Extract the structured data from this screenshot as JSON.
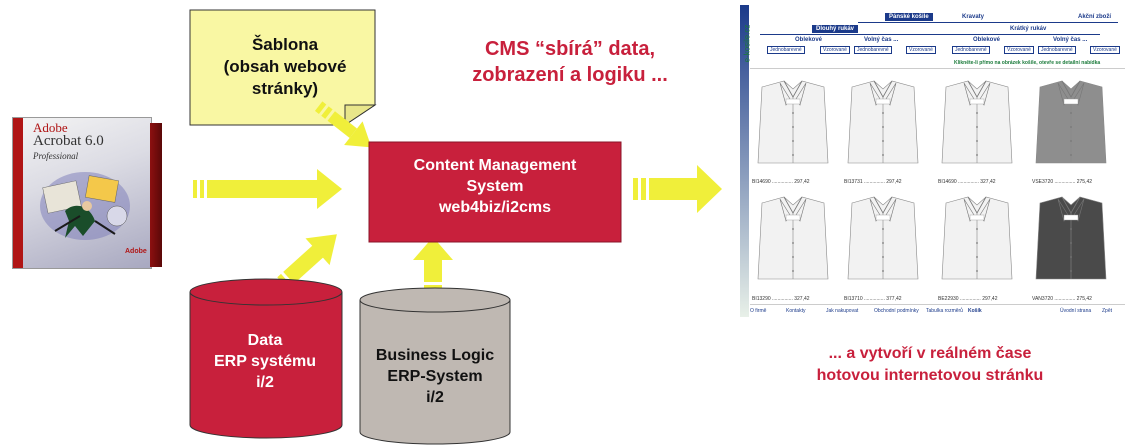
{
  "template_note": {
    "lines": [
      "Šablona",
      "(obsah webové",
      "stránky)"
    ]
  },
  "heading": {
    "lines": [
      "CMS “sbírá” data,",
      "zobrazení a logiku ..."
    ]
  },
  "cms_box": {
    "lines": [
      "Content Management",
      "System",
      "web4biz/i2cms"
    ]
  },
  "erp_data": {
    "lines": [
      "Data",
      "ERP systému",
      "i/2"
    ]
  },
  "business_logic": {
    "lines": [
      "Business Logic",
      "ERP-System",
      "i/2"
    ]
  },
  "caption": {
    "lines": [
      "... a vytvoří v reálném čase",
      "hotovou internetovou stránku"
    ]
  },
  "acrobat": {
    "brand": "Adobe",
    "product": "Acrobat 6.0",
    "edition": "Professional",
    "logo": "Adobe"
  },
  "website": {
    "url": "e-kosile.cz",
    "nav_top": [
      "Pánské košile",
      "Kravaty",
      "Akční zboží"
    ],
    "nav_mid": [
      "Dlouhý rukáv",
      "Krátký rukáv"
    ],
    "nav_sub": [
      "Oblekové",
      "Volný čas ...",
      "Oblekové",
      "Volný čas ..."
    ],
    "nav_leaf": [
      "Jednobarevné",
      "Vzorované",
      "Jednobarevné",
      "Vzorované",
      "Jednobarevné",
      "Vzorované",
      "Jednobarevné",
      "Vzorované"
    ],
    "info": "Klikněte-li přímo na obrázek košile, otevře se detailní nabídka",
    "products": [
      {
        "code": "BI14690 ............... 297,42",
        "shade": "light"
      },
      {
        "code": "BI13731 ............... 297,42",
        "shade": "light"
      },
      {
        "code": "BI14690 ............... 327,42",
        "shade": "light"
      },
      {
        "code": "VSE3720 ............... 275,42",
        "shade": "gray"
      },
      {
        "code": "BI13290 ............... 327,42",
        "shade": "light"
      },
      {
        "code": "BI13710 ............... 377,42",
        "shade": "light"
      },
      {
        "code": "BE22930 ............... 297,42",
        "shade": "light"
      },
      {
        "code": "VAN3720 ............... 275,42",
        "shade": "dark"
      }
    ],
    "footer": [
      "O firmě",
      "Kontakty",
      "Jak nakupovat",
      "Obchodní podmínky",
      "Tabulka rozměrů",
      "Košík",
      "Úvodní strana",
      "Zpět"
    ]
  },
  "colors": {
    "accent_red": "#c8203c",
    "arrow_yellow": "#f0ef3a",
    "note_yellow": "#f9f7a3",
    "db_red": "#c8203c",
    "db_gray": "#bfb8b2",
    "nav_blue": "#1b3a8a"
  }
}
